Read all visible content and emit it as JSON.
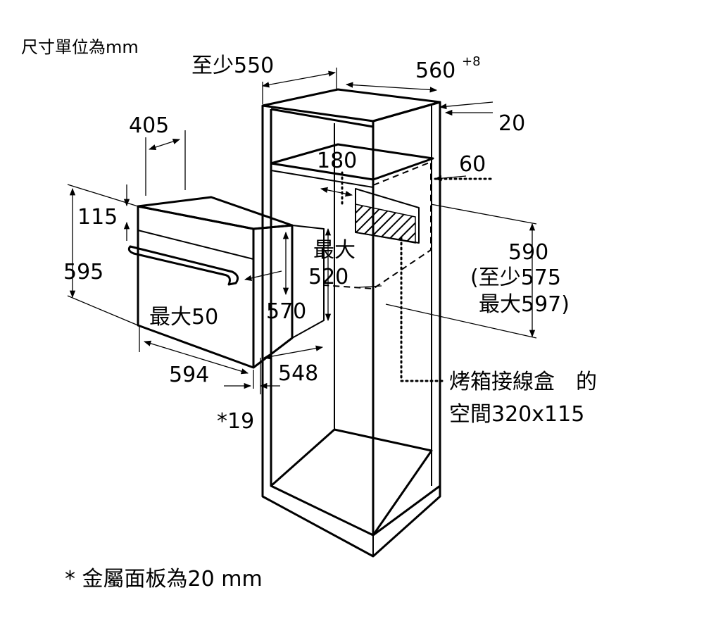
{
  "labels": {
    "unit_note": "尺寸單位為mm",
    "min_550": "至少550",
    "w560": "560",
    "w560_sup": "+8",
    "d20": "20",
    "d405": "405",
    "d180": "180",
    "d60": "60",
    "d115": "115",
    "d595": "595",
    "max_top": "最大",
    "d520": "520",
    "d590": "590",
    "min575": "(至少575",
    "max597": "最大597)",
    "max50": "最大50",
    "d570": "570",
    "d594": "594",
    "d548": "548",
    "d19": "*19",
    "junction_line1": "烤箱接線盒　的",
    "junction_line2": "空間320x115",
    "footnote": "* 金屬面板為20 mm"
  },
  "colors": {
    "ink": "#000000",
    "background": "#ffffff"
  }
}
